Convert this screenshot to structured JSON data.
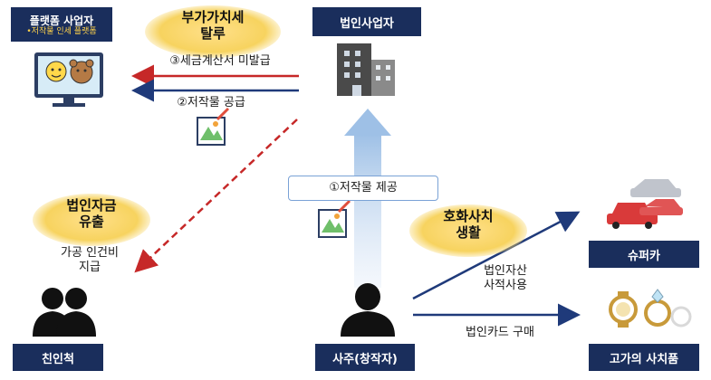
{
  "boxes": {
    "platform": "플랫폼 사업자",
    "platform_sub": "•저작물 인세 플랫폼",
    "corporate": "법인사업자",
    "relatives": "친인척",
    "owner": "사주(창작자)",
    "supercar": "슈퍼카",
    "luxury": "고가의 사치품"
  },
  "highlights": {
    "vat_evasion": [
      "부가가치세",
      "탈루"
    ],
    "fund_outflow": [
      "법인자금",
      "유출"
    ],
    "luxury_life": [
      "호화사치",
      "생활"
    ]
  },
  "flows": {
    "invoice": "③세금계산서 미발급",
    "supply": "②저작물 공급",
    "provide": "①저작물 제공",
    "processing_pay": [
      "가공 인건비",
      "지급"
    ],
    "private_use": [
      "법인자산",
      "사적사용"
    ],
    "card_purchase": "법인카드 구매"
  },
  "colors": {
    "navy": "#1a2e5c",
    "red_arrow": "#c62828",
    "blue_arrow": "#1f3a7a",
    "highlight": "#f7d35f"
  }
}
